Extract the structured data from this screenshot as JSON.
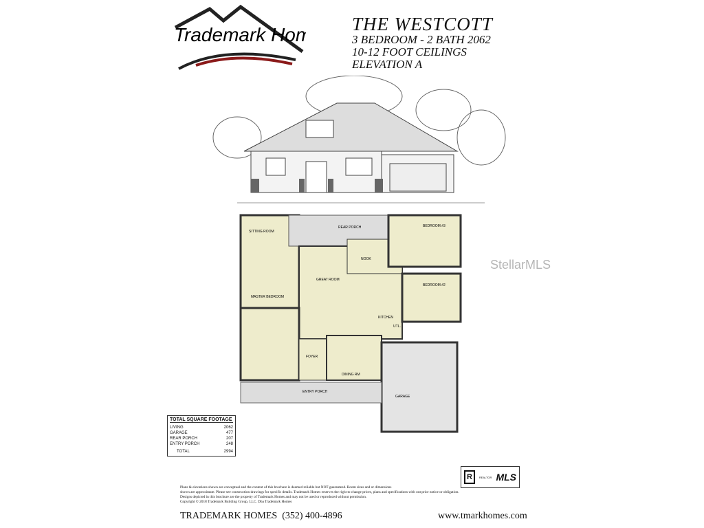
{
  "logo": {
    "text": "Trademark Homes"
  },
  "title": {
    "name": "THE WESTCOTT",
    "line1": "3 BEDROOM - 2 BATH 2062",
    "line2": "10-12 FOOT CEILINGS",
    "line3": "ELEVATION A"
  },
  "watermark": "StellarMLS",
  "rooms": {
    "sitting": "SITTING ROOM",
    "rear_porch": "REAR PORCH",
    "bed3": "BEDROOM #3",
    "nook": "NOOK",
    "great": "GREAT ROOM",
    "master": "MASTER BEDROOM",
    "bed2": "BEDROOM #2",
    "kitchen": "KITCHEN",
    "utl": "UTL.",
    "foyer": "FOYER",
    "dining": "DINING RM",
    "entry_porch": "ENTRY PORCH",
    "garage": "GARAGE"
  },
  "square_footage": {
    "title": "TOTAL SQUARE FOOTAGE",
    "rows": [
      {
        "label": "LIVING",
        "value": "2062"
      },
      {
        "label": "GARAGE",
        "value": "477"
      },
      {
        "label": "REAR PORCH",
        "value": "207"
      },
      {
        "label": "ENTRY PORCH",
        "value": "248"
      }
    ],
    "total_label": "TOTAL",
    "total_value": "2994"
  },
  "mls_logo": {
    "realtor": "REALTOR",
    "mls": "MLS"
  },
  "disclaimer": [
    "Plans & elevations shown are conceptual and the content of this brochure is deemed reliable but NOT guaranteed. Room sizes and or dimensions",
    "shown are approximate. Please see construction drawings for specific details. Trademark Homes reserves the right to change prices, plans and specifications with out prior notice or obligation.",
    "Designs depicted in this brochure are the property of Trademark Homes and may not be used or reproduced without permission.",
    "Copyright © 2018 Trademark Building Group, LLC. Dba Trademark Homes"
  ],
  "footer": {
    "company": "TRADEMARK HOMES",
    "phone": "(352) 400-4896",
    "website": "www.tmarkhomes.com"
  }
}
